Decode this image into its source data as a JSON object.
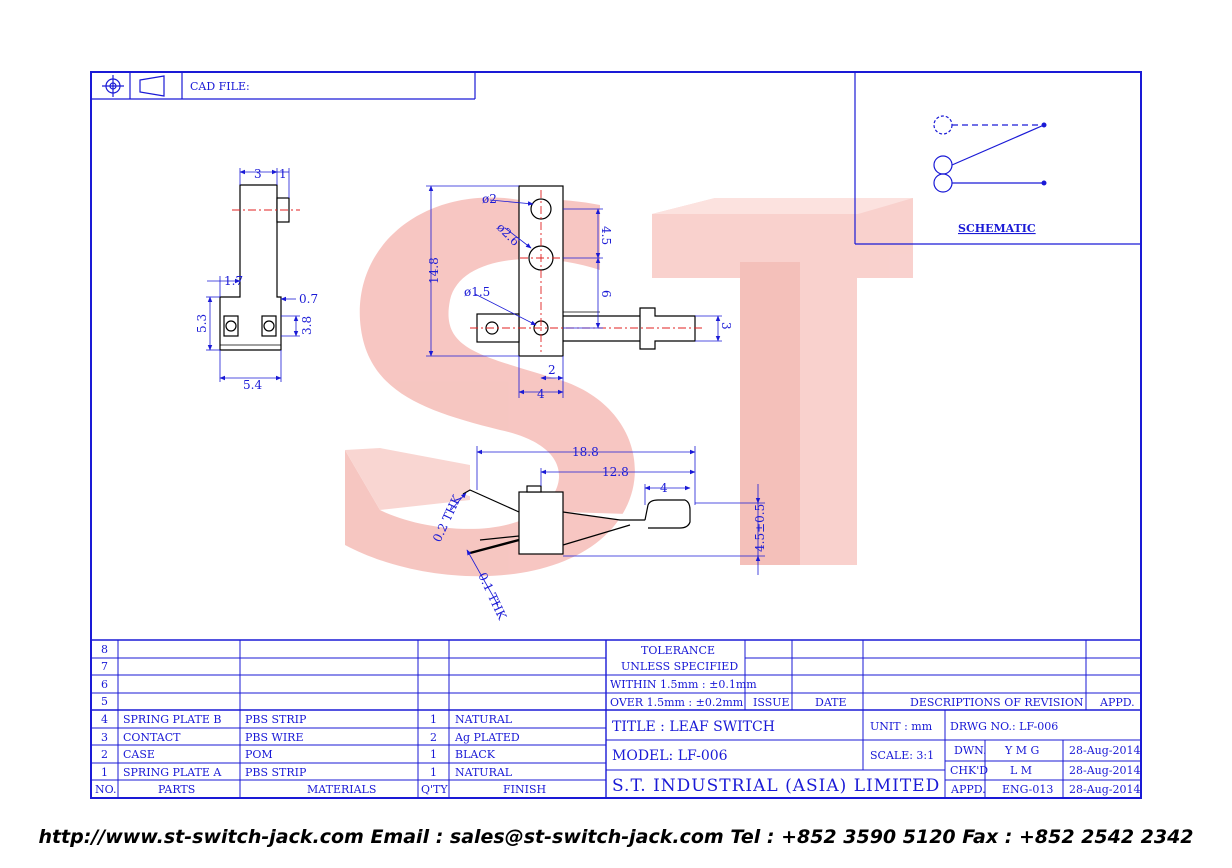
{
  "header": {
    "cad_label": "CAD FILE:",
    "cad_value": ""
  },
  "schematic": {
    "label": "SCHEMATIC"
  },
  "watermark": {
    "text": "ST"
  },
  "dimensions": {
    "side": {
      "w3": "3",
      "w1": "1",
      "w17": "1.7",
      "w07": "0.7",
      "h53": "5.3",
      "h38": "3.8",
      "w54": "5.4"
    },
    "front": {
      "h148": "14.8",
      "d2": "ø2",
      "d26": "ø2.6",
      "d15": "ø1.5",
      "h45": "4.5",
      "h6": "6",
      "w2": "2",
      "w4": "4",
      "h3": "3"
    },
    "top": {
      "w188": "18.8",
      "w128": "12.8",
      "w4": "4",
      "h45": "4.5±0.5",
      "t02": "0.2 THK",
      "t01": "0.1 THK"
    }
  },
  "bom": {
    "empty_rows": [
      "8",
      "7",
      "6",
      "5"
    ],
    "rows": [
      {
        "no": "4",
        "part": "SPRING PLATE B",
        "material": "PBS STRIP",
        "qty": "1",
        "finish": "NATURAL"
      },
      {
        "no": "3",
        "part": "CONTACT",
        "material": "PBS WIRE",
        "qty": "2",
        "finish": "Ag PLATED"
      },
      {
        "no": "2",
        "part": "CASE",
        "material": "POM",
        "qty": "1",
        "finish": "BLACK"
      },
      {
        "no": "1",
        "part": "SPRING PLATE A",
        "material": "PBS STRIP",
        "qty": "1",
        "finish": "NATURAL"
      }
    ],
    "headers": {
      "no": "NO.",
      "parts": "PARTS",
      "materials": "MATERIALS",
      "qty": "Q'TY",
      "finish": "FINISH"
    }
  },
  "tolerance": {
    "line1": "TOLERANCE",
    "line2": "UNLESS SPECIFIED",
    "within": "WITHIN 1.5mm : ±0.1mm",
    "over": "OVER 1.5mm : ±0.2mm"
  },
  "revision": {
    "issue": "ISSUE",
    "date": "DATE",
    "desc": "DESCRIPTIONS OF REVISION",
    "appd": "APPD."
  },
  "title_block": {
    "title": "TITLE :  LEAF SWITCH",
    "unit": "UNIT :  mm",
    "drwg": "DRWG NO.:  LF-006",
    "model": "MODEL:  LF-006",
    "scale": "SCALE:  3:1",
    "company": "S.T. INDUSTRIAL (ASIA) LIMITED",
    "dwn_label": "DWN.",
    "dwn_val": "Y M G",
    "dwn_date": "28-Aug-2014",
    "chk_label": "CHK'D",
    "chk_val": "L M",
    "chk_date": "28-Aug-2014",
    "appd_label": "APPD.",
    "appd_val": "ENG-013",
    "appd_date": "28-Aug-2014"
  },
  "footer": {
    "text": "http://www.st-switch-jack.com  Email : sales@st-switch-jack.com  Tel : +852 3590 5120  Fax : +852 2542 2342"
  },
  "colors": {
    "line": "#1a1ad6",
    "watermark": "#f4b3ad",
    "center": "#e02020"
  }
}
